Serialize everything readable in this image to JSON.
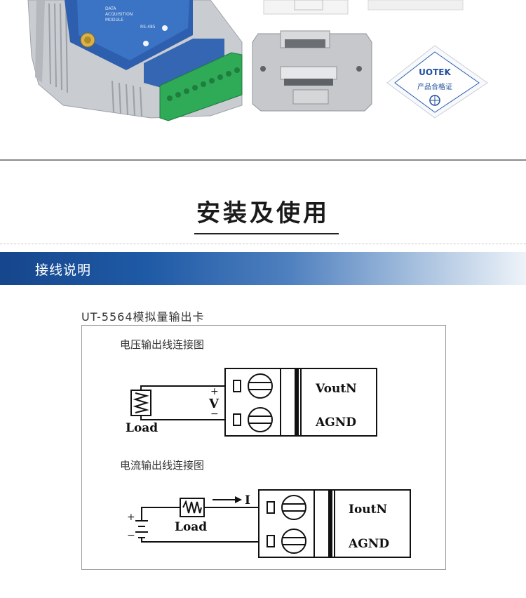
{
  "photo_strip": {
    "certificate_brand": "UOTEK",
    "certificate_text": "产品合格证"
  },
  "section": {
    "title": "安装及使用"
  },
  "banner": {
    "label": "接线说明"
  },
  "wiring": {
    "card_title": "UT-5564模拟量输出卡",
    "voltage": {
      "caption": "电压输出线连接图",
      "plus": "+",
      "minus": "−",
      "v_label": "V",
      "load_label": "Load",
      "terminal_top": "VoutN",
      "terminal_bottom": "AGND"
    },
    "current": {
      "caption": "电流输出线连接图",
      "current_label": "I",
      "load_label": "Load",
      "plus": "+",
      "minus": "−",
      "terminal_top": "IoutN",
      "terminal_bottom": "AGND"
    }
  }
}
